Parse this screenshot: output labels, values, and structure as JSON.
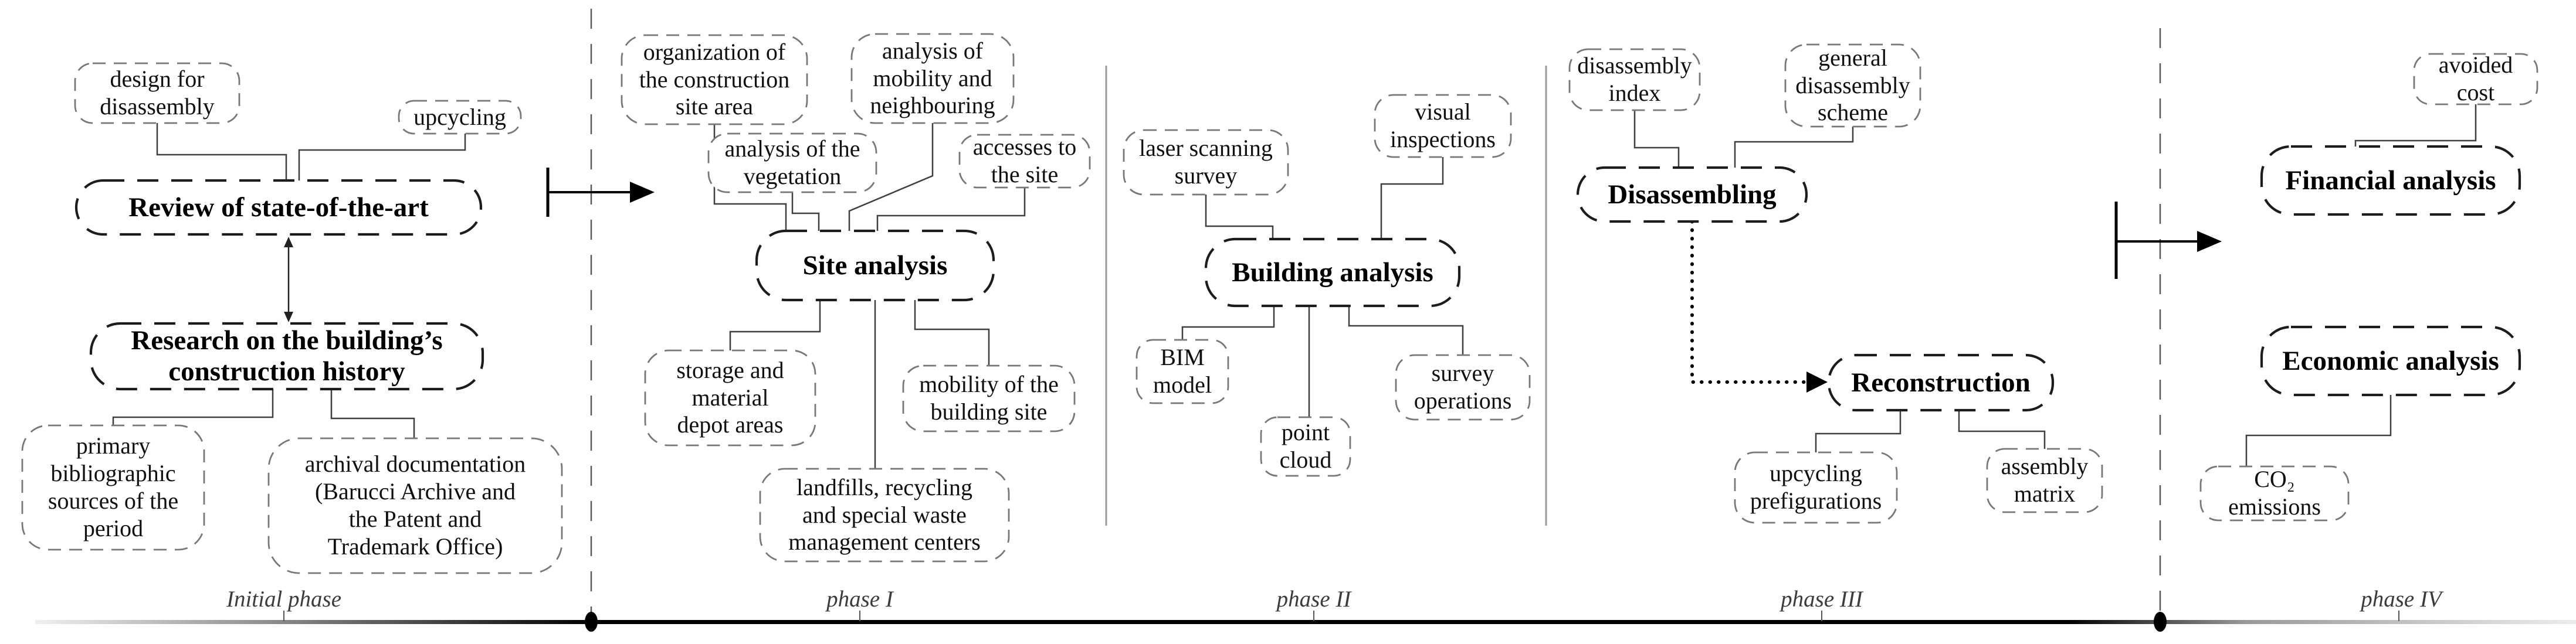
{
  "figure_type": "workflow-diagram",
  "colors": {
    "background": "#ffffff",
    "primary_box_border": "#1c1c1c",
    "secondary_box_border": "#787878",
    "connector_line": "#3f3f3f",
    "phase_divider": "#5a5a5a",
    "timeline": "#000000",
    "phase_label_text": "#3c3c3c"
  },
  "phases": [
    {
      "label": "Initial phase",
      "boxes": {
        "design_for_disassembly": "design for\ndisassembly",
        "upcycling": "upcycling",
        "review_state_of_art": "Review of state-of-the-art",
        "research_construction_history": "Research on the building’s\nconstruction history",
        "primary_bibliographic_sources": "primary\nbibliographic\nsources of the\nperiod",
        "archival_documentation": "archival documentation\n(Barucci Archive and\nthe Patent and\nTrademark Office)"
      }
    },
    {
      "label": "phase I",
      "boxes": {
        "organization_site_area": "organization of\nthe construction\nsite area",
        "analysis_mobility_neighbouring": "analysis of\nmobility and\nneighbouring",
        "analysis_vegetation": "analysis of the\nvegetation",
        "accesses_to_site": "accesses to\nthe site",
        "site_analysis": "Site analysis",
        "storage_material_depot": "storage and\nmaterial\ndepot areas",
        "mobility_building_site": "mobility of the\nbuilding site",
        "landfills_recycling": "landfills, recycling\nand special waste\nmanagement centers"
      }
    },
    {
      "label": "phase II",
      "boxes": {
        "laser_scanning_survey": "laser scanning\nsurvey",
        "visual_inspections": "visual\ninspections",
        "building_analysis": "Building analysis",
        "bim_model": "BIM\nmodel",
        "point_cloud": "point\ncloud",
        "survey_operations": "survey\noperations"
      }
    },
    {
      "label": "phase III",
      "boxes": {
        "disassembly_index": "disassembly\nindex",
        "general_disassembly_scheme": "general\ndisassembly\nscheme",
        "disassembling": "Disassembling",
        "reconstruction": "Reconstruction",
        "upcycling_prefigurations": "upcycling\nprefigurations",
        "assembly_matrix": "assembly\nmatrix"
      }
    },
    {
      "label": "phase IV",
      "boxes": {
        "avoided_cost": "avoided\ncost",
        "financial_analysis": "Financial analysis",
        "economic_analysis": "Economic analysis",
        "co2_emissions": "CO₂\nemissions"
      }
    }
  ]
}
